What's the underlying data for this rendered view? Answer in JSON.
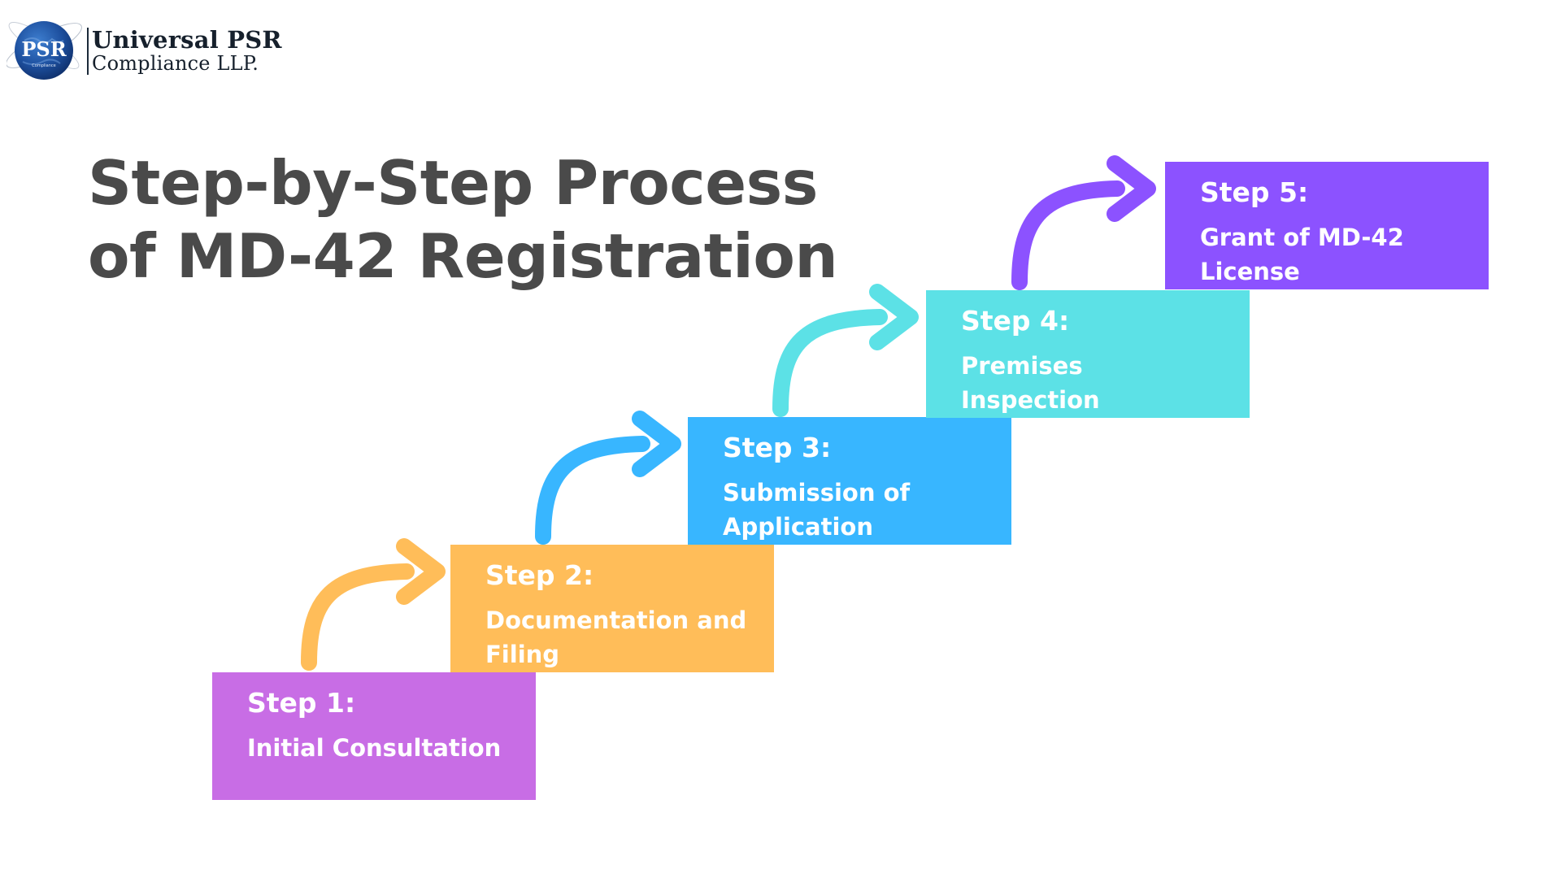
{
  "logo": {
    "mark_text": "PSR",
    "mark_subtext": "Compliance",
    "line1": "Universal PSR",
    "line2": "Compliance LLP."
  },
  "title": {
    "line1": "Step-by-Step Process",
    "line2": "of MD-42 Registration"
  },
  "steps": [
    {
      "number": "Step 1:",
      "description": "Initial Consultation",
      "color": "#c86de5"
    },
    {
      "number": "Step 2:",
      "description": "Documentation and Filing",
      "color": "#ffbd59"
    },
    {
      "number": "Step 3:",
      "description": "Submission of Application",
      "color": "#38b6ff"
    },
    {
      "number": "Step 4:",
      "description": "Premises Inspection",
      "color": "#5ce1e6"
    },
    {
      "number": "Step 5:",
      "description": "Grant of MD-42 License",
      "color": "#8c52ff"
    }
  ],
  "icons": {
    "logo": "globe-logo-icon",
    "arrow": "curved-arrow-icon"
  },
  "colors": {
    "title": "#4a4a4a",
    "text_on_steps": "#ffffff"
  }
}
